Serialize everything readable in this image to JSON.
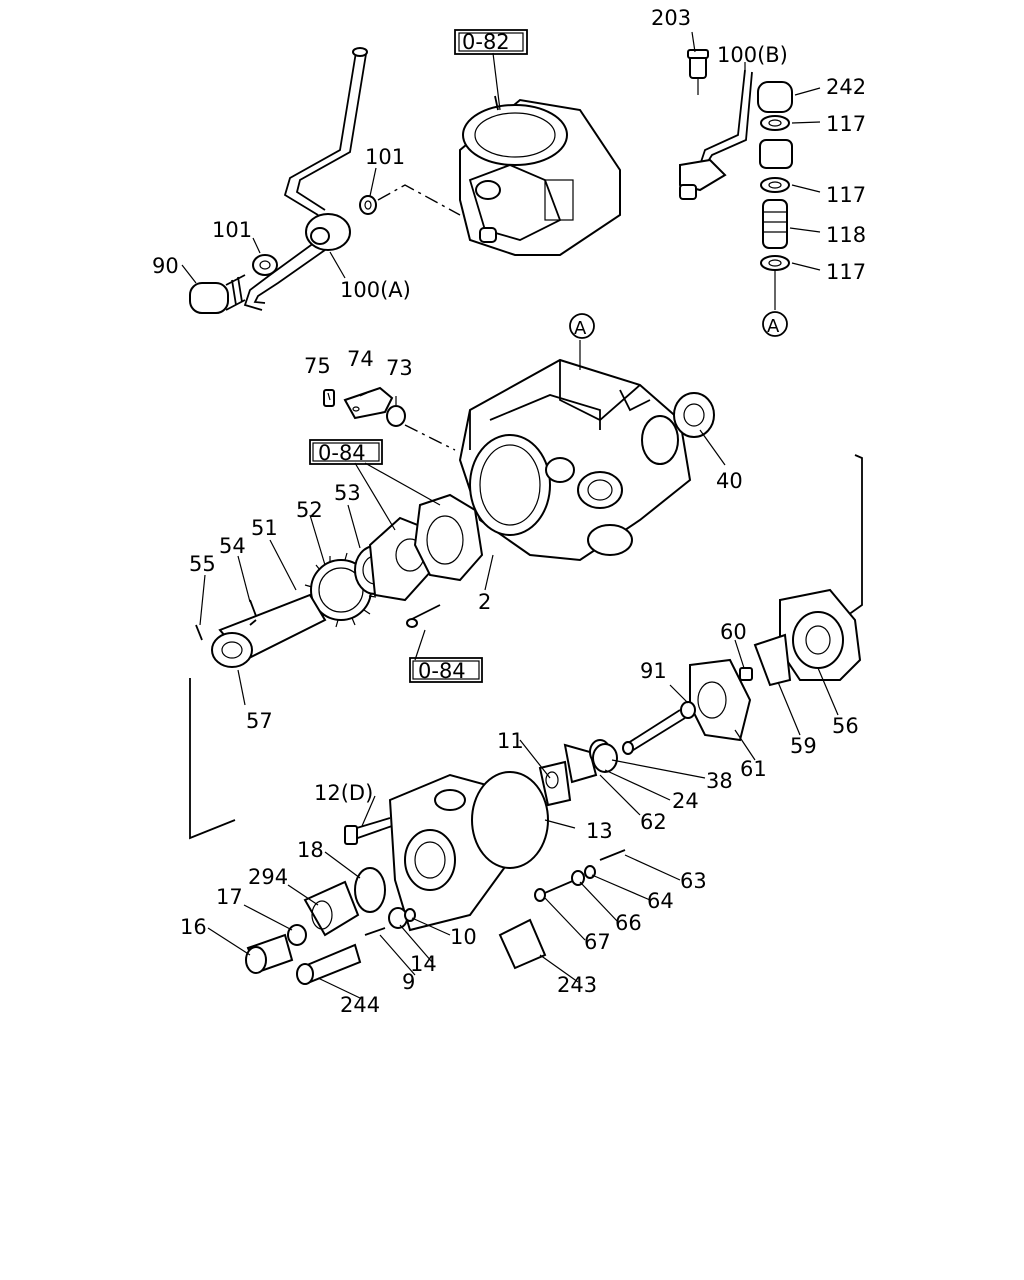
{
  "refs": {
    "r082": "0-82",
    "r084a": "0-84",
    "r084b": "0-84",
    "circleA_top": "A",
    "circleA_right": "A"
  },
  "parts": {
    "p203": "203",
    "p100b": "100(B)",
    "p242": "242",
    "p117a": "117",
    "p117b": "117",
    "p118": "118",
    "p117c": "117",
    "p101a": "101",
    "p101b": "101",
    "p90": "90",
    "p100a": "100(A)",
    "p75": "75",
    "p74": "74",
    "p73": "73",
    "p40": "40",
    "p53": "53",
    "p52": "52",
    "p51": "51",
    "p54": "54",
    "p55": "55",
    "p2": "2",
    "p57": "57",
    "p60": "60",
    "p91": "91",
    "p56": "56",
    "p59": "59",
    "p61": "61",
    "p11": "11",
    "p38": "38",
    "p24": "24",
    "p62": "62",
    "p12d": "12(D)",
    "p13": "13",
    "p18": "18",
    "p63": "63",
    "p294": "294",
    "p64": "64",
    "p17": "17",
    "p66": "66",
    "p10": "10",
    "p67": "67",
    "p16": "16",
    "p14": "14",
    "p9": "9",
    "p243": "243",
    "p244": "244"
  }
}
